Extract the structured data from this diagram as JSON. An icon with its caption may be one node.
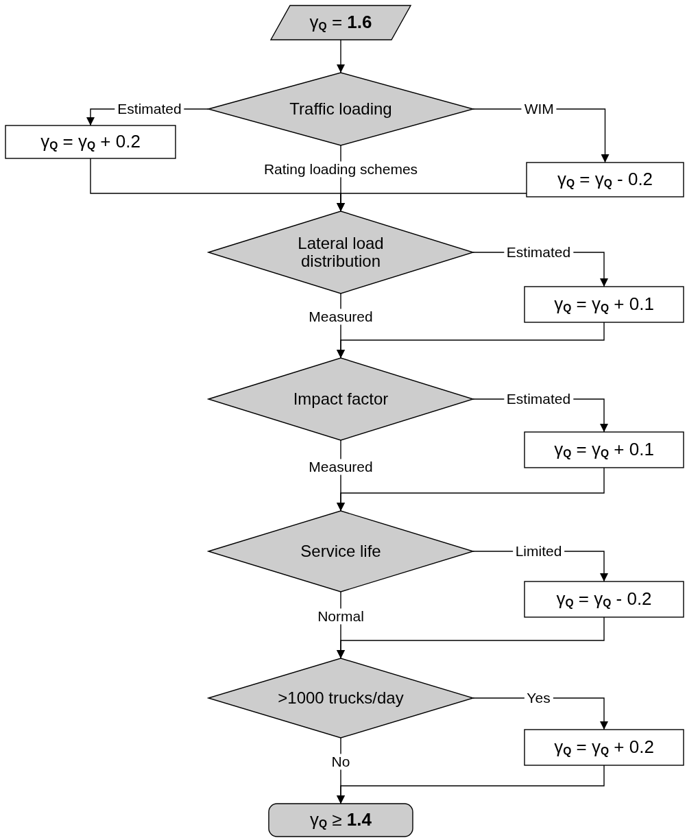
{
  "diagram": {
    "nodes": [
      {
        "text": [
          "γ$_{Q}$ = **1.6**"
        ]
      },
      {
        "text": [
          "Traffic loading"
        ]
      },
      {
        "text": [
          "γ$_{Q}$ = γ$_{Q}$ + 0.2"
        ]
      },
      {
        "text": [
          "γ$_{Q}$ = γ$_{Q}$ - 0.2"
        ]
      },
      {
        "text": [
          "Lateral load distribution"
        ]
      },
      {
        "text": [
          "γ$_{Q}$ = γ$_{Q}$ + 0.1"
        ]
      },
      {
        "text": [
          "Impact factor"
        ]
      },
      {
        "text": [
          "γ$_{Q}$ = γ$_{Q}$ + 0.1"
        ]
      },
      {
        "text": [
          "Service life"
        ]
      },
      {
        "text": [
          "γ$_{Q}$ = γ$_{Q}$ - 0.2"
        ]
      },
      {
        "text": [
          ">1000 trucks/day"
        ]
      },
      {
        "text": [
          "γ$_{Q}$ = γ$_{Q}$ + 0.2"
        ]
      },
      {
        "text": [
          "γ$_{Q}$ ≥ **1.4**"
        ]
      }
    ],
    "edges": [
      {
        "from": 0,
        "to": 1,
        "arrow": "to"
      },
      {
        "from": 1,
        "to": 2,
        "arrow": "to",
        "label": "Estimated"
      },
      {
        "from": 1,
        "to": 3,
        "arrow": "to",
        "label": "WIM"
      },
      {
        "from": 1,
        "to": 4,
        "arrow": "to",
        "label": "Rating loading schemes"
      },
      {
        "from": 2,
        "to": 4,
        "arrow": "to"
      },
      {
        "from": 3,
        "to": 4,
        "arrow": "to"
      },
      {
        "from": 4,
        "to": 5,
        "arrow": "to",
        "label": "Estimated"
      },
      {
        "from": 4,
        "to": 6,
        "arrow": "to",
        "label": "Measured"
      },
      {
        "from": 5,
        "to": 6,
        "arrow": "to"
      },
      {
        "from": 6,
        "to": 7,
        "arrow": "to",
        "label": "Estimated"
      },
      {
        "from": 6,
        "to": 8,
        "arrow": "to",
        "label": "Measured"
      },
      {
        "from": 7,
        "to": 8,
        "arrow": "to"
      },
      {
        "from": 8,
        "to": 9,
        "arrow": "to",
        "label": "Limited"
      },
      {
        "from": 8,
        "to": 10,
        "arrow": "to",
        "label": "Normal"
      },
      {
        "from": 9,
        "to": 10,
        "arrow": "to"
      },
      {
        "from": 10,
        "to": 11,
        "arrow": "to",
        "label": "Yes"
      },
      {
        "from": 10,
        "to": 12,
        "arrow": "to",
        "label": "No"
      },
      {
        "from": 11,
        "to": 12,
        "arrow": "to"
      }
    ]
  }
}
